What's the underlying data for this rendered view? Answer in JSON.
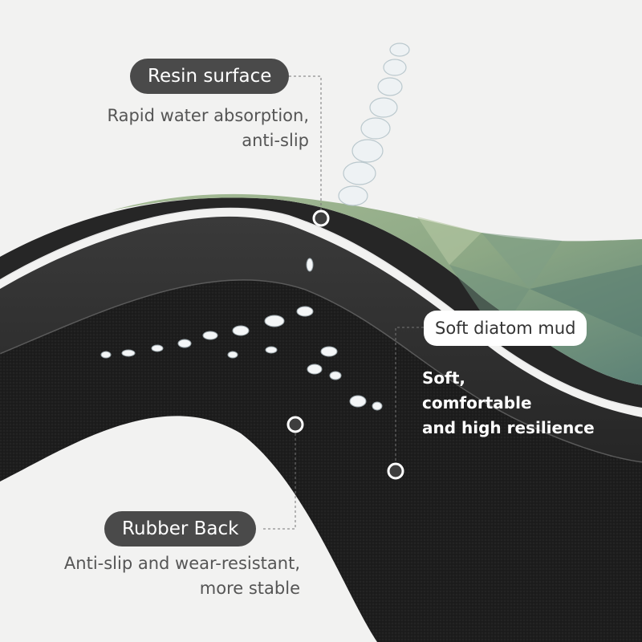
{
  "colors": {
    "background": "#f2f2f1",
    "pill_dark": "#4a4a4a",
    "pill_light": "#ffffff",
    "resin_green": "#8ea882",
    "rubber_black": "#1b1b1b"
  },
  "resin": {
    "title": "Resin surface",
    "line1": "Rapid water absorption,",
    "line2": "anti-slip"
  },
  "diatom": {
    "title": "Soft diatom mud",
    "line1": "Soft,",
    "line2": "comfortable",
    "line3": "and high resilience"
  },
  "rubber": {
    "title": "Rubber Back",
    "line1": "Anti-slip and wear-resistant,",
    "line2": "more stable"
  }
}
